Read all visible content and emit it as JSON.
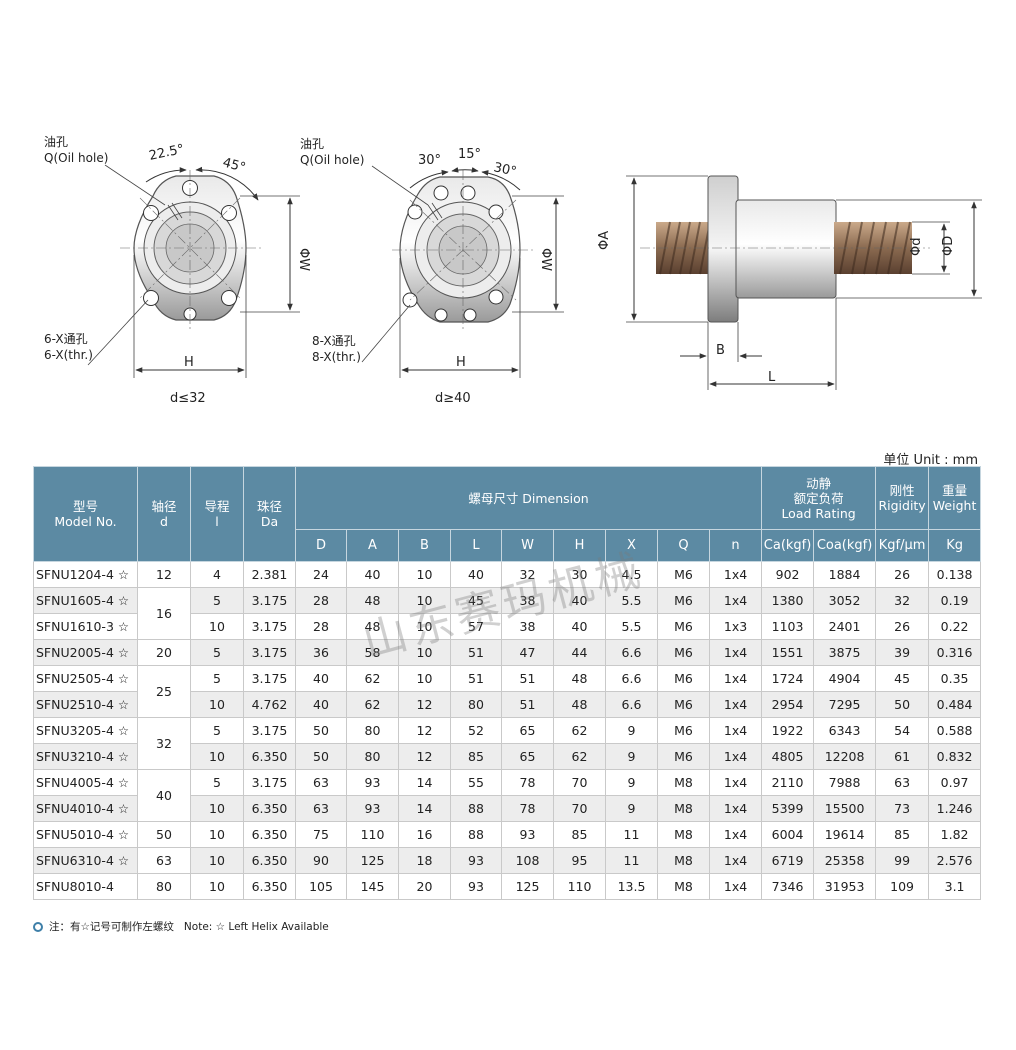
{
  "drawings": {
    "left": {
      "oil_hole_cn": "油孔",
      "oil_hole_en": "Q(Oil hole)",
      "angle1": "22.5°",
      "angle2": "45°",
      "hole_cn": "6-X通孔",
      "hole_en": "6-X(thr.)",
      "dim_w": "ΦW",
      "dim_h": "H",
      "caption": "d≤32"
    },
    "middle": {
      "oil_hole_cn": "油孔",
      "oil_hole_en": "Q(Oil hole)",
      "angle1": "30°",
      "angle2": "15°",
      "angle3": "30°",
      "hole_cn": "8-X通孔",
      "hole_en": "8-X(thr.)",
      "dim_w": "ΦW",
      "dim_h": "H",
      "caption": "d≥40"
    },
    "side": {
      "dim_a": "ΦA",
      "dim_d_small": "Φd",
      "dim_d_big": "ΦD",
      "dim_b": "B",
      "dim_l": "L"
    }
  },
  "unit_label": "单位 Unit : mm",
  "table": {
    "headers": {
      "model": [
        "型号",
        "Model No."
      ],
      "shaft": [
        "轴径",
        "d"
      ],
      "lead": [
        "导程",
        "l"
      ],
      "ball": [
        "珠径",
        "Da"
      ],
      "dimension": "螺母尺寸 Dimension",
      "load": [
        "动静",
        "额定负荷",
        "Load Rating"
      ],
      "rigidity": [
        "刚性",
        "Rigidity"
      ],
      "weight": [
        "重量",
        "Weight"
      ],
      "sub": [
        "D",
        "A",
        "B",
        "L",
        "W",
        "H",
        "X",
        "Q",
        "n",
        "Ca(kgf)",
        "Coa(kgf)",
        "Kgf/μm",
        "Kg"
      ]
    },
    "rows": [
      {
        "model": "SFNU1204-4 ☆",
        "lead": "4",
        "ball": "2.381",
        "D": "24",
        "A": "40",
        "B": "10",
        "L": "40",
        "W": "32",
        "H": "30",
        "X": "4.5",
        "Q": "M6",
        "n": "1x4",
        "ca": "902",
        "coa": "1884",
        "rig": "26",
        "kg": "0.138"
      },
      {
        "model": "SFNU1605-4 ☆",
        "lead": "5",
        "ball": "3.175",
        "D": "28",
        "A": "48",
        "B": "10",
        "L": "45",
        "W": "38",
        "H": "40",
        "X": "5.5",
        "Q": "M6",
        "n": "1x4",
        "ca": "1380",
        "coa": "3052",
        "rig": "32",
        "kg": "0.19"
      },
      {
        "model": "SFNU1610-3 ☆",
        "lead": "10",
        "ball": "3.175",
        "D": "28",
        "A": "48",
        "B": "10",
        "L": "57",
        "W": "38",
        "H": "40",
        "X": "5.5",
        "Q": "M6",
        "n": "1x3",
        "ca": "1103",
        "coa": "2401",
        "rig": "26",
        "kg": "0.22"
      },
      {
        "model": "SFNU2005-4 ☆",
        "lead": "5",
        "ball": "3.175",
        "D": "36",
        "A": "58",
        "B": "10",
        "L": "51",
        "W": "47",
        "H": "44",
        "X": "6.6",
        "Q": "M6",
        "n": "1x4",
        "ca": "1551",
        "coa": "3875",
        "rig": "39",
        "kg": "0.316"
      },
      {
        "model": "SFNU2505-4 ☆",
        "lead": "5",
        "ball": "3.175",
        "D": "40",
        "A": "62",
        "B": "10",
        "L": "51",
        "W": "51",
        "H": "48",
        "X": "6.6",
        "Q": "M6",
        "n": "1x4",
        "ca": "1724",
        "coa": "4904",
        "rig": "45",
        "kg": "0.35"
      },
      {
        "model": "SFNU2510-4 ☆",
        "lead": "10",
        "ball": "4.762",
        "D": "40",
        "A": "62",
        "B": "12",
        "L": "80",
        "W": "51",
        "H": "48",
        "X": "6.6",
        "Q": "M6",
        "n": "1x4",
        "ca": "2954",
        "coa": "7295",
        "rig": "50",
        "kg": "0.484"
      },
      {
        "model": "SFNU3205-4 ☆",
        "lead": "5",
        "ball": "3.175",
        "D": "50",
        "A": "80",
        "B": "12",
        "L": "52",
        "W": "65",
        "H": "62",
        "X": "9",
        "Q": "M6",
        "n": "1x4",
        "ca": "1922",
        "coa": "6343",
        "rig": "54",
        "kg": "0.588"
      },
      {
        "model": "SFNU3210-4 ☆",
        "lead": "10",
        "ball": "6.350",
        "D": "50",
        "A": "80",
        "B": "12",
        "L": "85",
        "W": "65",
        "H": "62",
        "X": "9",
        "Q": "M6",
        "n": "1x4",
        "ca": "4805",
        "coa": "12208",
        "rig": "61",
        "kg": "0.832"
      },
      {
        "model": "SFNU4005-4 ☆",
        "lead": "5",
        "ball": "3.175",
        "D": "63",
        "A": "93",
        "B": "14",
        "L": "55",
        "W": "78",
        "H": "70",
        "X": "9",
        "Q": "M8",
        "n": "1x4",
        "ca": "2110",
        "coa": "7988",
        "rig": "63",
        "kg": "0.97"
      },
      {
        "model": "SFNU4010-4 ☆",
        "lead": "10",
        "ball": "6.350",
        "D": "63",
        "A": "93",
        "B": "14",
        "L": "88",
        "W": "78",
        "H": "70",
        "X": "9",
        "Q": "M8",
        "n": "1x4",
        "ca": "5399",
        "coa": "15500",
        "rig": "73",
        "kg": "1.246"
      },
      {
        "model": "SFNU5010-4 ☆",
        "lead": "10",
        "ball": "6.350",
        "D": "75",
        "A": "110",
        "B": "16",
        "L": "88",
        "W": "93",
        "H": "85",
        "X": "11",
        "Q": "M8",
        "n": "1x4",
        "ca": "6004",
        "coa": "19614",
        "rig": "85",
        "kg": "1.82"
      },
      {
        "model": "SFNU6310-4 ☆",
        "lead": "10",
        "ball": "6.350",
        "D": "90",
        "A": "125",
        "B": "18",
        "L": "93",
        "W": "108",
        "H": "95",
        "X": "11",
        "Q": "M8",
        "n": "1x4",
        "ca": "6719",
        "coa": "25358",
        "rig": "99",
        "kg": "2.576"
      },
      {
        "model": "SFNU8010-4",
        "lead": "10",
        "ball": "6.350",
        "D": "105",
        "A": "145",
        "B": "20",
        "L": "93",
        "W": "125",
        "H": "110",
        "X": "13.5",
        "Q": "M8",
        "n": "1x4",
        "ca": "7346",
        "coa": "31953",
        "rig": "109",
        "kg": "3.1"
      }
    ],
    "shaft_groups": [
      "12",
      "16",
      "20",
      "25",
      "32",
      "40",
      "50",
      "63",
      "80"
    ]
  },
  "watermark": "山东赛玛机械",
  "footnote": {
    "cn": "注：有☆记号可制作左螺纹",
    "en": "Note: ☆ Left Helix Available"
  },
  "colors": {
    "header_bg": "#5c8aa3",
    "row_alt": "#ededed",
    "bullet": "#3e7fa8"
  }
}
